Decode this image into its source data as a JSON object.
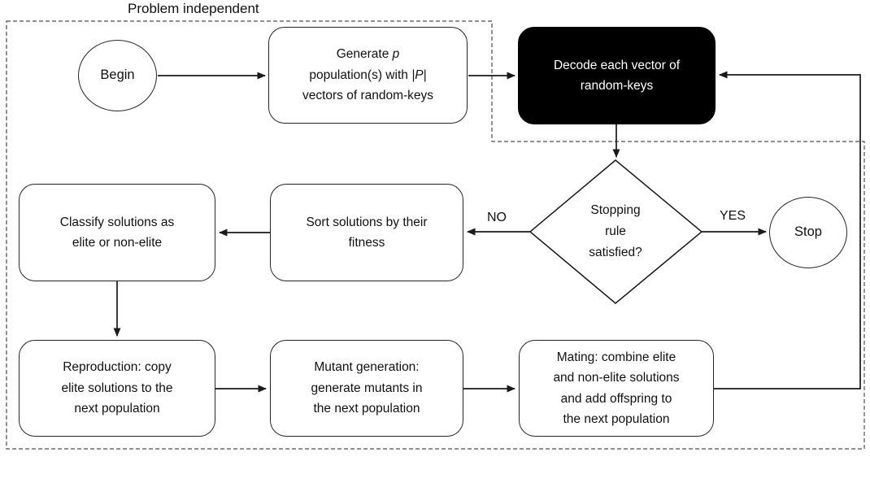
{
  "region": {
    "label": "Problem independent"
  },
  "nodes": {
    "begin": {
      "label": "Begin",
      "lines": [
        "Begin"
      ]
    },
    "generate": {
      "label": "Generate p population(s) with |P| vectors of random-keys",
      "lines": [
        [
          {
            "t": "Generate ",
            "i": false
          },
          {
            "t": "p",
            "i": true
          }
        ],
        [
          {
            "t": "population(s) with ",
            "i": false
          },
          {
            "t": "|P|",
            "i": true
          }
        ],
        "vectors of random-keys"
      ]
    },
    "decode": {
      "label": "Decode each vector of random-keys",
      "lines": [
        "Decode each vector of",
        "random-keys"
      ]
    },
    "stopping": {
      "label": "Stopping rule satisfied?",
      "lines": [
        "Stopping",
        "rule",
        "satisfied?"
      ]
    },
    "stop": {
      "label": "Stop",
      "lines": [
        "Stop"
      ]
    },
    "sort": {
      "label": "Sort solutions by their fitness",
      "lines": [
        "Sort solutions by their",
        "fitness"
      ]
    },
    "classify": {
      "label": "Classify solutions as elite or non-elite",
      "lines": [
        "Classify solutions as",
        "elite or non-elite"
      ]
    },
    "reproduction": {
      "label": "Reproduction: copy elite solutions to the next population",
      "lines": [
        "Reproduction: copy",
        "elite solutions to the",
        "next population"
      ]
    },
    "mutant": {
      "label": "Mutant generation: generate mutants in the next population",
      "lines": [
        "Mutant generation:",
        "generate mutants in",
        "the next population"
      ]
    },
    "mating": {
      "label": "Mating: combine elite and non-elite solutions and add offspring to the next population",
      "lines": [
        "Mating: combine elite",
        "and non-elite solutions",
        "and add offspring to",
        "the next population"
      ]
    }
  },
  "edges": [
    {
      "from": "begin",
      "to": "generate",
      "label": ""
    },
    {
      "from": "generate",
      "to": "decode",
      "label": ""
    },
    {
      "from": "decode",
      "to": "stopping",
      "label": ""
    },
    {
      "from": "stopping",
      "to": "stop",
      "label": "YES"
    },
    {
      "from": "stopping",
      "to": "sort",
      "label": "NO"
    },
    {
      "from": "sort",
      "to": "classify",
      "label": ""
    },
    {
      "from": "classify",
      "to": "reproduction",
      "label": ""
    },
    {
      "from": "reproduction",
      "to": "mutant",
      "label": ""
    },
    {
      "from": "mutant",
      "to": "mating",
      "label": ""
    },
    {
      "from": "mating",
      "to": "decode",
      "label": ""
    }
  ],
  "colors": {
    "line": "#1a1a1a",
    "box_border": "#262626",
    "dashed_border": "#4d4d4d",
    "decode_bg": "#000000",
    "decode_text": "#ffffff",
    "background": "#ffffff"
  }
}
